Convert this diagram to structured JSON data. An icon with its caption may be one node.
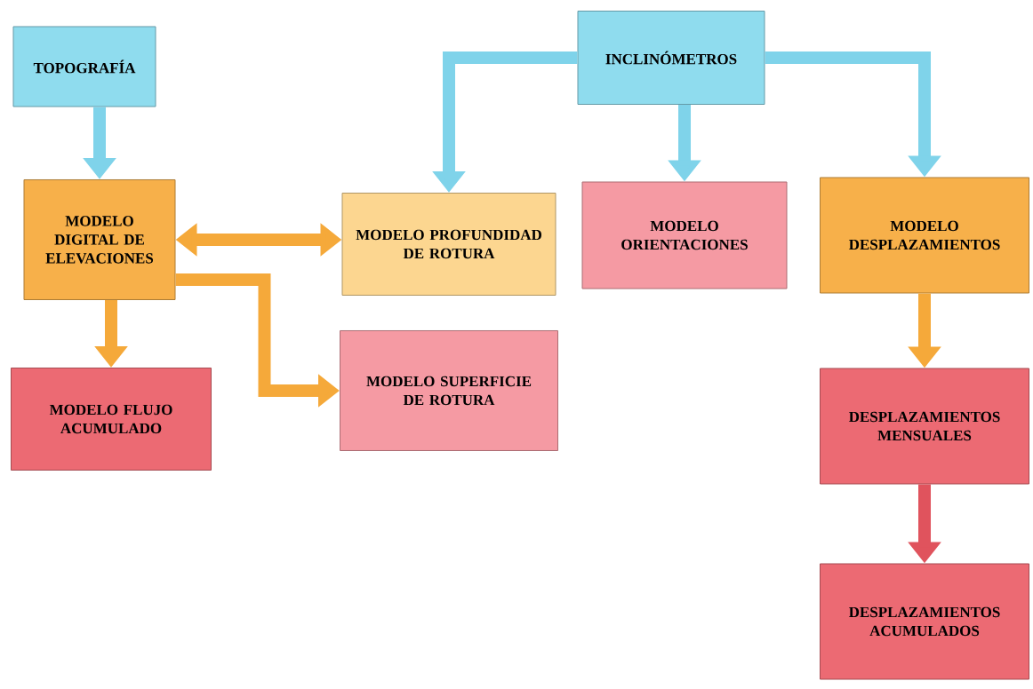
{
  "diagram": {
    "nodes": [
      {
        "text": [
          "TOPOGRAFÍA"
        ]
      },
      {
        "text": [
          "INCLINÓMETROS"
        ]
      },
      {
        "text": [
          "MODELO DIGITAL DE ELEVACIONES"
        ]
      },
      {
        "text": [
          "MODELO PROFUNDIDAD DE ROTURA"
        ]
      },
      {
        "text": [
          "MODELO ORIENTACIONES"
        ]
      },
      {
        "text": [
          "MODELO DESPLAZAMIENTOS"
        ]
      },
      {
        "text": [
          "MODELO FLUJO ACUMULADO"
        ]
      },
      {
        "text": [
          "MODELO SUPERFICIE DE ROTURA"
        ]
      },
      {
        "text": [
          "DESPLAZAMIENTOS MENSUALES"
        ]
      },
      {
        "text": [
          "DESPLAZAMIENTOS ACUMULADOS"
        ]
      }
    ],
    "edges": [
      {
        "from": 0,
        "to": 2,
        "arrow": "to"
      },
      {
        "from": 1,
        "to": 3,
        "arrow": "to"
      },
      {
        "from": 1,
        "to": 4,
        "arrow": "to"
      },
      {
        "from": 1,
        "to": 5,
        "arrow": "to"
      },
      {
        "from": 2,
        "to": 6,
        "arrow": "to",
        "color": "#f5a93a"
      },
      {
        "from": 2,
        "to": 3,
        "arrow": "both",
        "color": "#f5a93a"
      },
      {
        "from": 2,
        "to": 7,
        "arrow": "to",
        "color": "#f5a93a"
      },
      {
        "from": 5,
        "to": 8,
        "arrow": "to",
        "color": "#f5a93a"
      },
      {
        "from": 8,
        "to": 9,
        "arrow": "to",
        "color": "#e0535d"
      }
    ]
  }
}
